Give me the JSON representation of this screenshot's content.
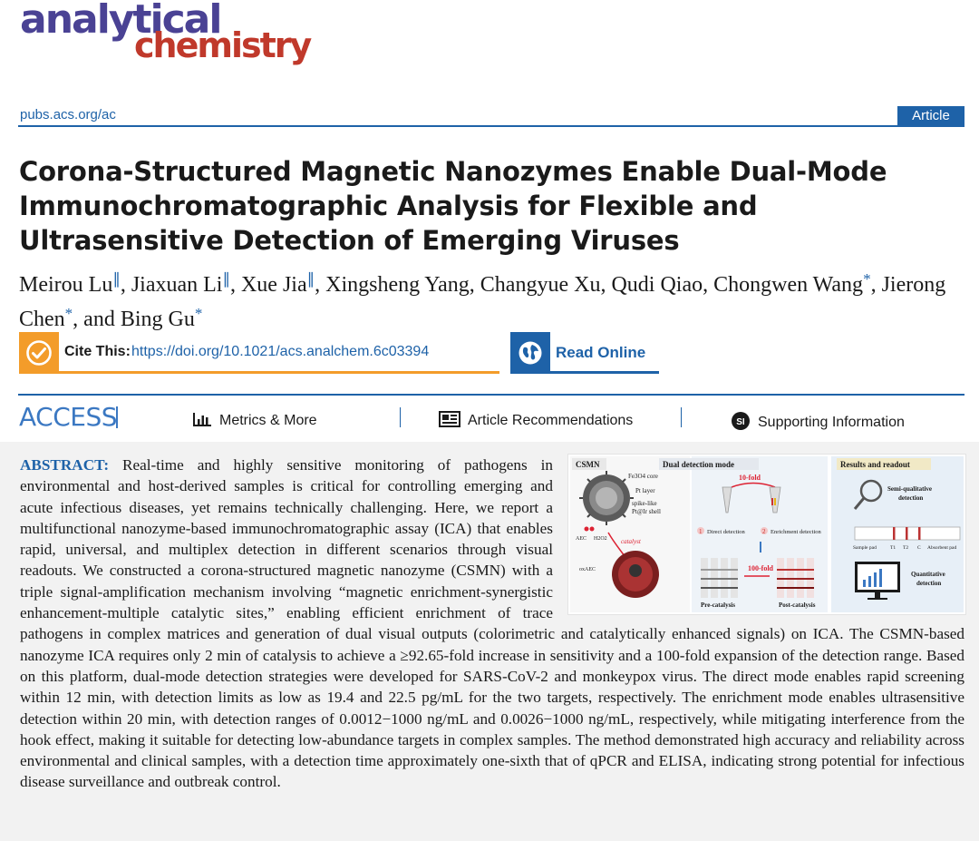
{
  "journal": {
    "logo_line1": "analytical",
    "logo_line2": "chemistry",
    "url": "pubs.acs.org/ac",
    "article_type": "Article"
  },
  "title": "Corona-Structured Magnetic Nanozymes Enable Dual-Mode Immunochromatographic Analysis for Flexible and Ultrasensitive Detection of Emerging Viruses",
  "authors": [
    {
      "name": "Meirou Lu",
      "mark": "∥"
    },
    {
      "name": "Jiaxuan Li",
      "mark": "∥"
    },
    {
      "name": "Xue Jia",
      "mark": "∥"
    },
    {
      "name": "Xingsheng Yang",
      "mark": ""
    },
    {
      "name": "Changyue Xu",
      "mark": ""
    },
    {
      "name": "Qudi Qiao",
      "mark": ""
    },
    {
      "name": "Chongwen Wang",
      "mark": "*"
    },
    {
      "name": "Jierong Chen",
      "mark": "*"
    },
    {
      "name": "Bing Gu",
      "mark": "*"
    }
  ],
  "cite": {
    "label": "Cite This:",
    "doi": "https://doi.org/10.1021/acs.analchem.6c03394"
  },
  "read_online": "Read Online",
  "access": {
    "label": "ACCESS",
    "tabs": [
      "Metrics & More",
      "Article Recommendations",
      "Supporting Information"
    ]
  },
  "abstract": {
    "heading": "ABSTRACT:",
    "text": "Real-time and highly sensitive monitoring of pathogens in environmental and host-derived samples is critical for controlling emerging and acute infectious diseases, yet remains technically challenging. Here, we report a multifunctional nanozyme-based immunochromatographic assay (ICA) that enables rapid, universal, and multiplex detection in different scenarios through visual readouts. We constructed a corona-structured magnetic nanozyme (CSMN) with a triple signal-amplification mechanism involving “magnetic enrichment-synergistic enhancement-multiple catalytic sites,” enabling efficient enrichment of trace pathogens in complex matrices and generation of dual visual outputs (colorimetric and catalytically enhanced signals) on ICA. The CSMN-based nanozyme ICA requires only 2 min of catalysis to achieve a ≥92.65-fold increase in sensitivity and a 100-fold expansion of the detection range. Based on this platform, dual-mode detection strategies were developed for SARS-CoV-2 and monkeypox virus. The direct mode enables rapid screening within 12 min, with detection limits as low as 19.4 and 22.5 pg/mL for the two targets, respectively. The enrichment mode enables ultrasensitive detection within 20 min, with detection ranges of 0.0012−1000 ng/mL and 0.0026−1000 ng/mL, respectively, while mitigating interference from the hook effect, making it suitable for detecting low-abundance targets in complex samples. The method demonstrated high accuracy and reliability across environmental and clinical samples, with a detection time approximately one-sixth that of qPCR and ELISA, indicating strong potential for infectious disease surveillance and outbreak control."
  },
  "toc_graphic": {
    "panel_csmn": "CSMN",
    "panel_dual": "Dual detection mode",
    "panel_results": "Results and readout",
    "fe3o4": "Fe3O4 core",
    "pt_layer": "Pt layer",
    "spike": "spike-like",
    "shell": "Pt@Ir shell",
    "aec": "AEC",
    "h2o2": "H2O2",
    "catalyst": "catalyst",
    "oxaec": "oxAEC",
    "ten_fold": "10-fold",
    "direct": "Direct detection",
    "enrichment": "Enrichment detection",
    "hundred_fold": "100-fold",
    "pre": "Pre-catalysis",
    "post": "Post-catalysis",
    "semi": "Semi-qualitative",
    "semi2": "detection",
    "sample_pad": "Sample pad",
    "t1": "T1",
    "t2": "T2",
    "c": "C",
    "absorbent": "Absorbent pad",
    "quant": "Quantitative",
    "quant2": "detection",
    "one": "1",
    "two": "2"
  },
  "colors": {
    "accent_blue": "#1e62a8",
    "cite_orange": "#f39c2a",
    "logo_purple": "#4a4294",
    "logo_red": "#c0392b"
  }
}
